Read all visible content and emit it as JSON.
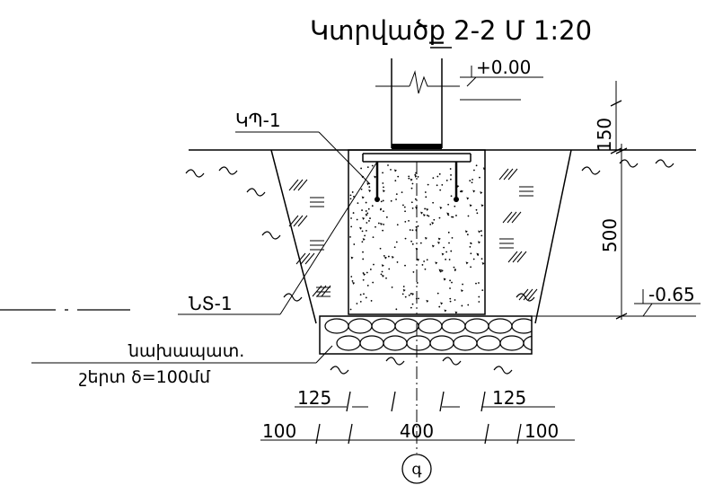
{
  "title": "Կտրվածք 2-2  Մ 1:20",
  "level_top": "+0.00",
  "level_bottom": "-0.65",
  "labels": {
    "anchor_plate": "ԿՊ-1",
    "embedded_part": "ՆՏ-1",
    "prep_layer_line1": "նախապատ.",
    "prep_layer_line2": "շերտ δ=100մմ"
  },
  "dimensions": {
    "height_top": "150",
    "height_main": "500",
    "inner_left": "125",
    "inner_right": "125",
    "outer_left": "100",
    "width": "400",
    "outer_right": "100"
  },
  "axis_marker": "գ"
}
